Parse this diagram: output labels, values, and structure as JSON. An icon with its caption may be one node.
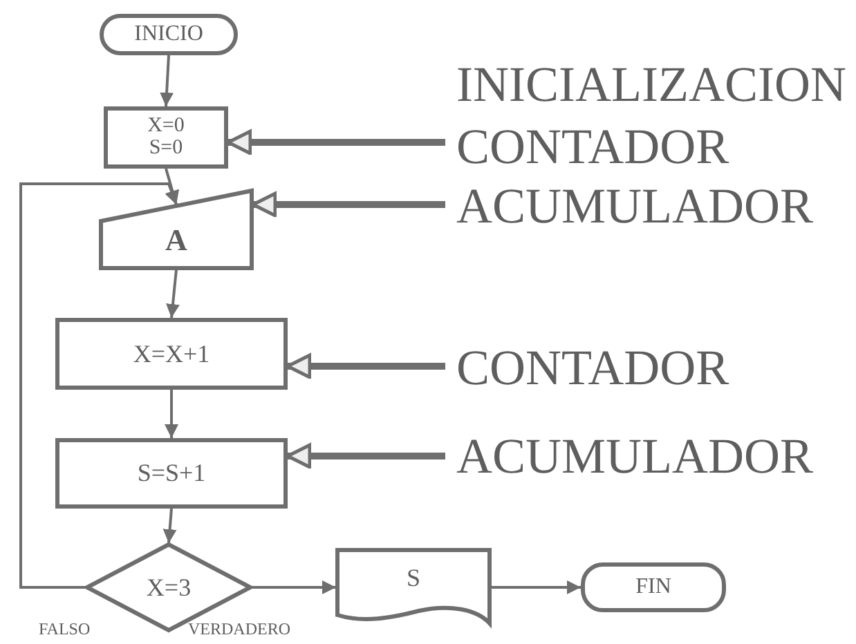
{
  "diagram": {
    "nodes": [
      {
        "text": [
          "INICIO"
        ]
      },
      {
        "text": [
          "X=0 S=0"
        ]
      },
      {
        "text": [
          "A"
        ]
      },
      {
        "text": [
          "X=X+1"
        ]
      },
      {
        "text": [
          "S=S+1"
        ]
      },
      {
        "text": [
          "X=3"
        ]
      },
      {
        "text": [
          "S"
        ]
      },
      {
        "text": [
          "FIN"
        ]
      },
      {
        "text": [
          "CONTADOR"
        ]
      },
      {
        "text": [
          "ACUMULADOR"
        ]
      },
      {
        "text": [
          "CONTADOR"
        ]
      },
      {
        "text": [
          "ACUMULADOR"
        ]
      }
    ],
    "edges": [
      {
        "from": 0,
        "to": 1,
        "arrow": "to"
      },
      {
        "from": 1,
        "to": 2,
        "arrow": "to"
      },
      {
        "from": 2,
        "to": 3,
        "arrow": "to"
      },
      {
        "from": 3,
        "to": 4,
        "arrow": "to"
      },
      {
        "from": 4,
        "to": 5,
        "arrow": "to"
      },
      {
        "from": 5,
        "to": 6,
        "arrow": "to",
        "label": "VERDADERO"
      },
      {
        "from": 6,
        "to": 7,
        "arrow": "to"
      },
      {
        "from": 5,
        "to": 2,
        "arrow": "to",
        "label": "FALSO"
      },
      {
        "from": 8,
        "to": 1,
        "arrow": "to",
        "style": "thick"
      },
      {
        "from": 9,
        "to": 2,
        "arrow": "to",
        "style": "thick"
      },
      {
        "from": 10,
        "to": 3,
        "arrow": "to",
        "style": "thick"
      },
      {
        "from": 11,
        "to": 4,
        "arrow": "to",
        "style": "thick"
      }
    ],
    "labels": [
      "INICIALIZACION"
    ]
  }
}
